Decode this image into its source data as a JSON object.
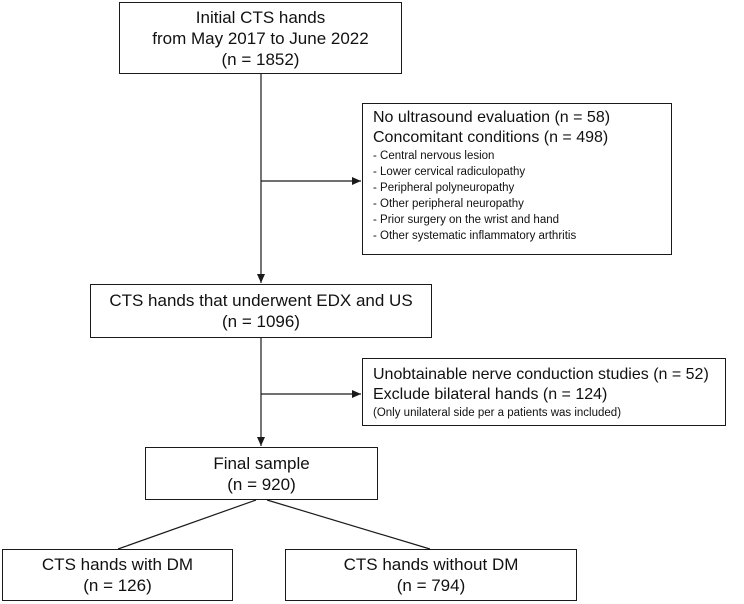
{
  "boxes": {
    "initial": {
      "lines": [
        "Initial CTS hands",
        "from May 2017 to June 2022",
        "(n = 1852)"
      ]
    },
    "exclusion1": {
      "lines": [
        "No ultrasound evaluation (n = 58)",
        "Concomitant conditions (n = 498)"
      ],
      "items": [
        "- Central nervous lesion",
        "- Lower cervical radiculopathy",
        "- Peripheral polyneuropathy",
        "- Other peripheral neuropathy",
        "- Prior surgery on the wrist and hand",
        "- Other systematic inflammatory arthritis"
      ]
    },
    "underwent": {
      "lines": [
        "CTS hands that underwent EDX and US",
        "(n = 1096)"
      ]
    },
    "exclusion2": {
      "lines": [
        "Unobtainable nerve conduction studies (n = 52)",
        "Exclude bilateral hands (n = 124)"
      ],
      "note": "(Only unilateral side per a patients was included)"
    },
    "final": {
      "lines": [
        "Final sample",
        "(n = 920)"
      ]
    },
    "with_dm": {
      "lines": [
        "CTS hands with DM",
        "(n = 126)"
      ]
    },
    "without_dm": {
      "lines": [
        "CTS hands without DM",
        "(n = 794)"
      ]
    }
  },
  "colors": {
    "line": "#1a1a1a",
    "box_border": "#1a1a1a",
    "background": "#ffffff"
  }
}
